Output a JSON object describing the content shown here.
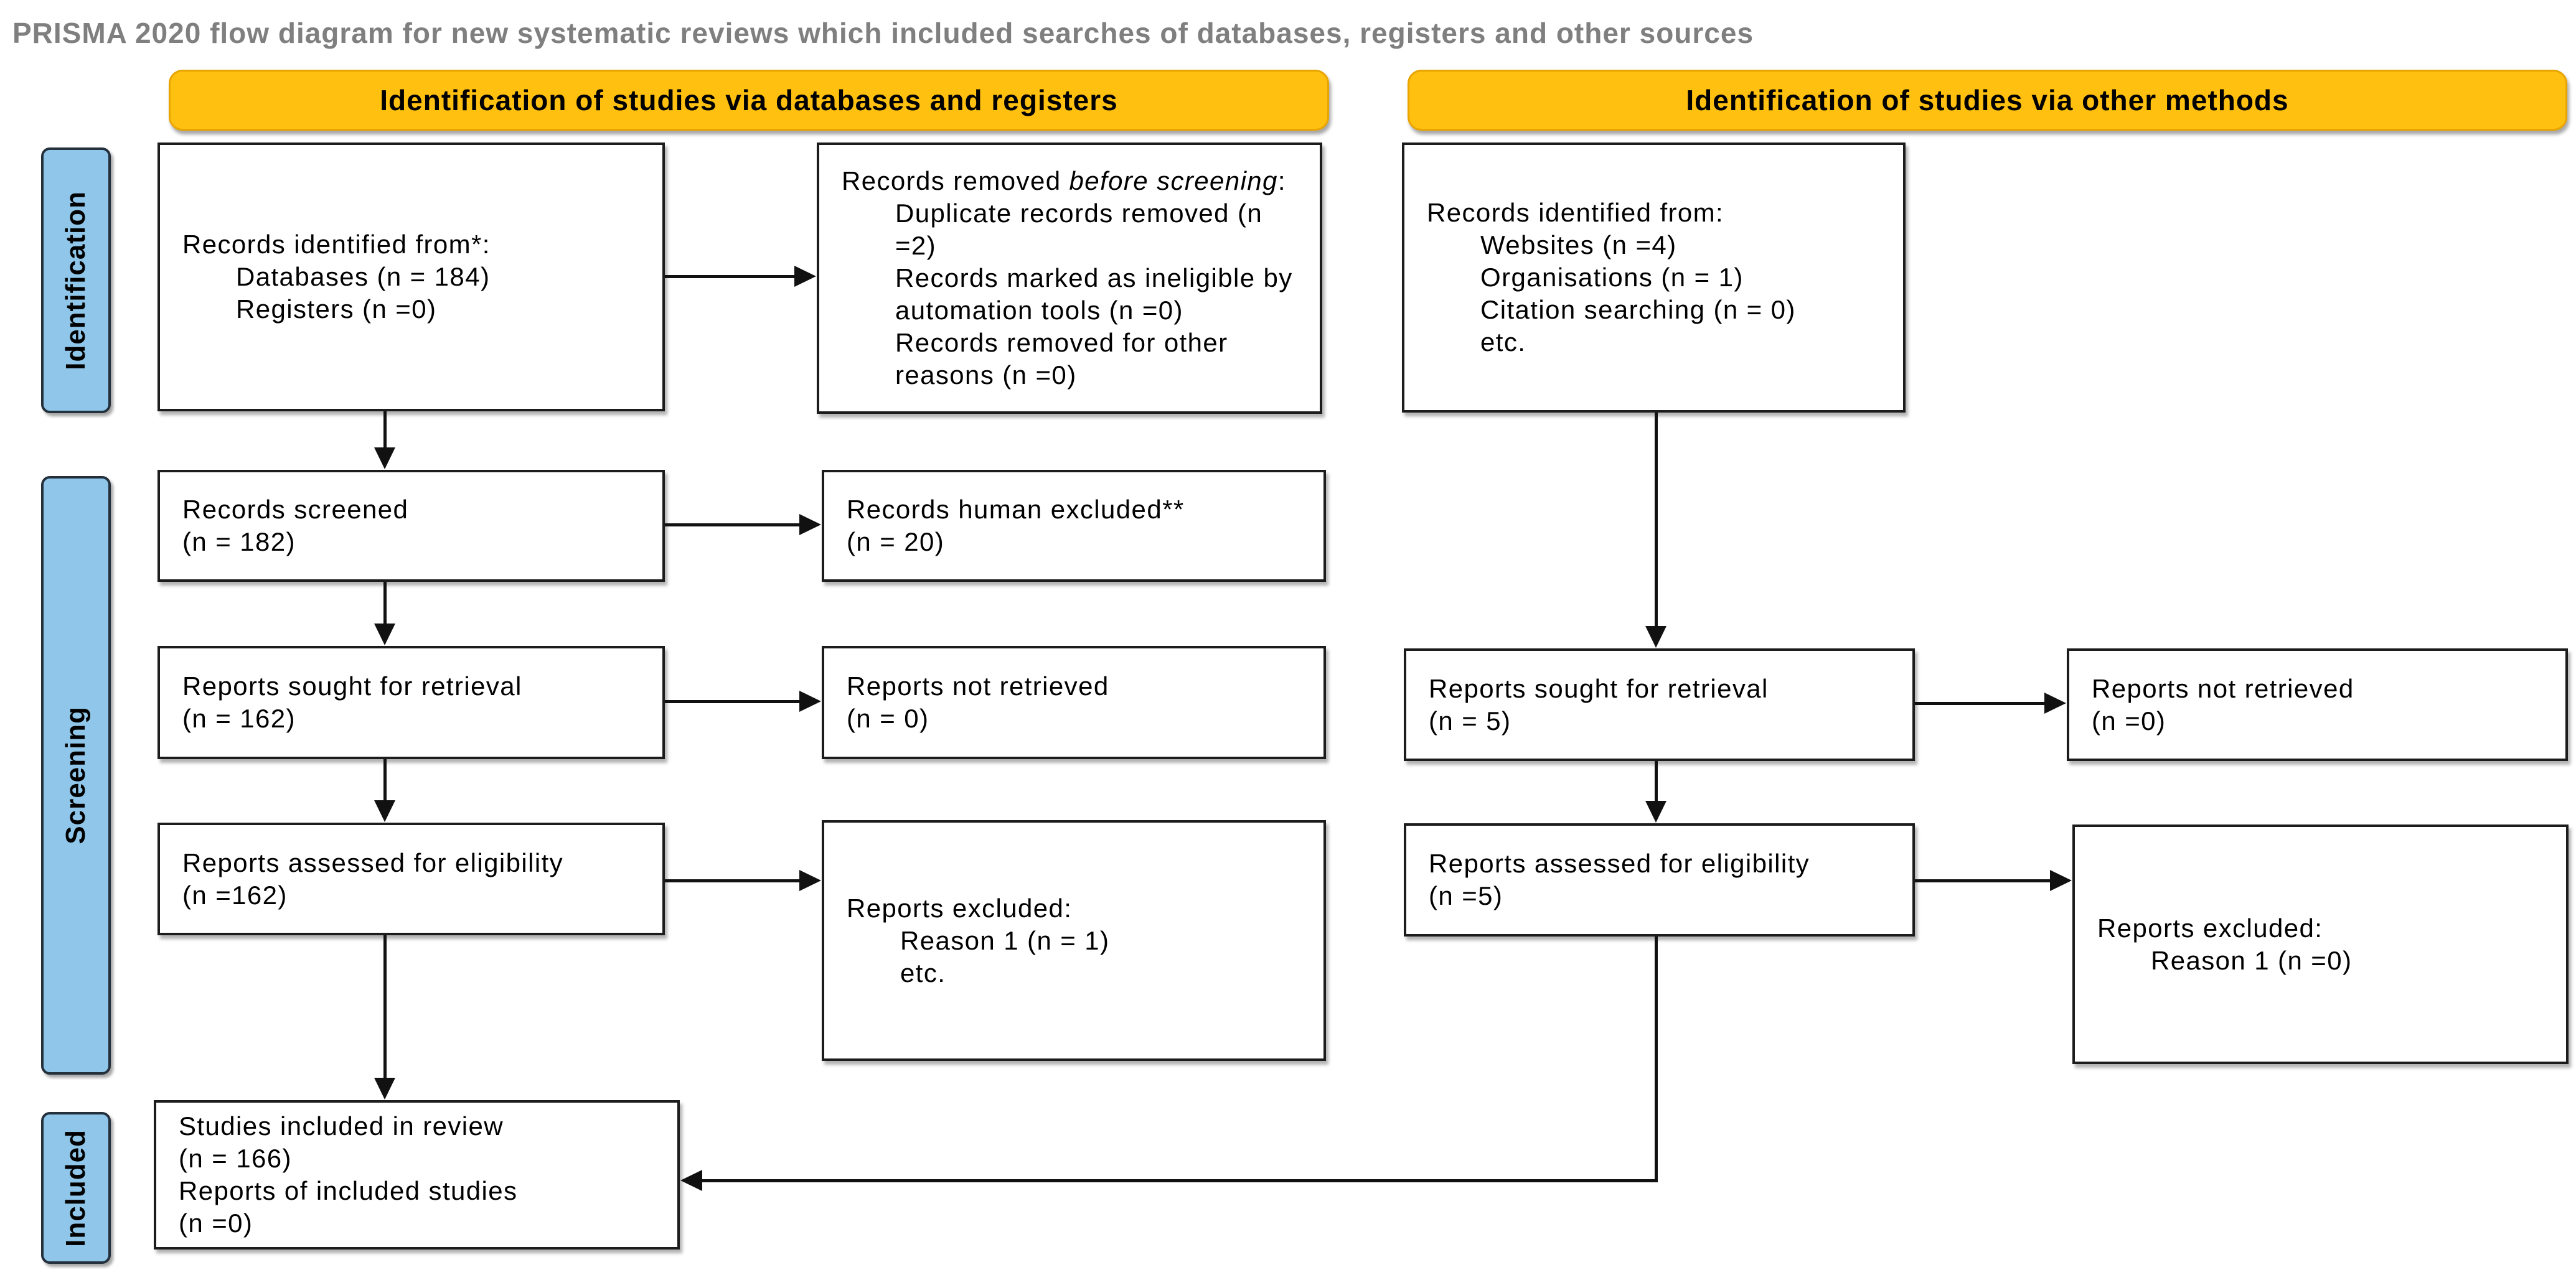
{
  "title": "PRISMA 2020 flow diagram for new systematic reviews which included searches of databases, registers and other sources",
  "colors": {
    "header_bg": "#FFC010",
    "header_border": "#E8A400",
    "sidebar_bg": "#8FC6E9",
    "title_gray": "#7f7f7f",
    "box_border": "#1c1c1c"
  },
  "headers": {
    "left": "Identification of studies via databases and registers",
    "right": "Identification of studies via other methods"
  },
  "sidebar": {
    "identification": "Identification",
    "screening": "Screening",
    "included": "Included"
  },
  "boxes": {
    "records_identified_db": {
      "title": "Records identified from*:",
      "items": [
        "Databases (n = 184)",
        "Registers (n =0)"
      ]
    },
    "records_removed": {
      "prefix": "Records removed ",
      "italic": "before screening",
      "suffix": ":",
      "items": [
        "Duplicate records removed (n =2)",
        "Records marked as ineligible by automation tools (n =0)",
        "Records removed for other reasons (n =0)"
      ]
    },
    "records_identified_other": {
      "title": "Records identified from:",
      "items": [
        "Websites (n =4)",
        "Organisations (n = 1)",
        "Citation searching (n = 0)",
        "etc."
      ]
    },
    "records_screened": {
      "lines": [
        "Records screened",
        "(n = 182)"
      ]
    },
    "records_excluded": {
      "lines": [
        "Records human excluded**",
        "(n = 20)"
      ]
    },
    "reports_sought_db": {
      "lines": [
        "Reports sought for retrieval",
        "(n = 162)"
      ]
    },
    "reports_not_retrieved_db": {
      "lines": [
        "Reports not retrieved",
        "(n = 0)"
      ]
    },
    "reports_sought_other": {
      "lines": [
        "Reports sought for retrieval",
        "(n = 5)"
      ]
    },
    "reports_not_retrieved_other": {
      "lines": [
        "Reports not retrieved",
        "(n =0)"
      ]
    },
    "reports_assessed_db": {
      "lines": [
        "Reports assessed for eligibility",
        "(n =162)"
      ]
    },
    "reports_excluded_db": {
      "title": "Reports excluded:",
      "items": [
        "Reason 1 (n = 1)",
        "etc."
      ]
    },
    "reports_assessed_other": {
      "lines": [
        "Reports assessed for eligibility",
        "(n =5)"
      ]
    },
    "reports_excluded_other": {
      "title": "Reports excluded:",
      "items": [
        "Reason 1 (n =0)"
      ]
    },
    "included": {
      "lines": [
        "Studies included in review",
        "(n = 166)",
        "Reports of included studies",
        "(n =0)"
      ]
    }
  }
}
